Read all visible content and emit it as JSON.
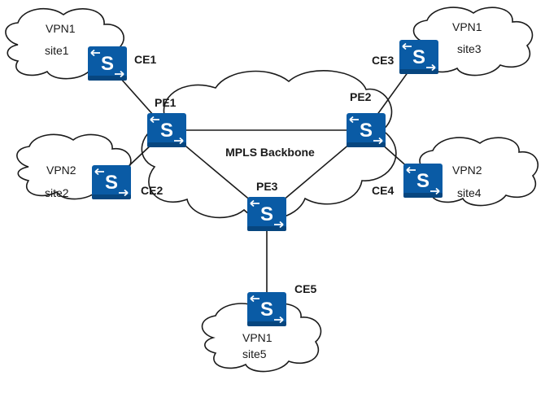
{
  "backbone": {
    "label": "MPLS Backbone"
  },
  "provider_edges": [
    {
      "id": "pe1",
      "label": "PE1"
    },
    {
      "id": "pe2",
      "label": "PE2"
    },
    {
      "id": "pe3",
      "label": "PE3"
    }
  ],
  "customer_edges": [
    {
      "id": "ce1",
      "label": "CE1"
    },
    {
      "id": "ce2",
      "label": "CE2"
    },
    {
      "id": "ce3",
      "label": "CE3"
    },
    {
      "id": "ce4",
      "label": "CE4"
    },
    {
      "id": "ce5",
      "label": "CE5"
    }
  ],
  "sites": [
    {
      "id": "site1",
      "vpn": "VPN1",
      "name": "site1"
    },
    {
      "id": "site2",
      "vpn": "VPN2",
      "name": "site2"
    },
    {
      "id": "site3",
      "vpn": "VPN1",
      "name": "site3"
    },
    {
      "id": "site4",
      "vpn": "VPN2",
      "name": "site4"
    },
    {
      "id": "site5",
      "vpn": "VPN1",
      "name": "site5"
    }
  ],
  "device_glyph": "S",
  "colors": {
    "device": "#0a5ba5",
    "device_dark": "#07467f",
    "line": "#1a1a1a"
  }
}
